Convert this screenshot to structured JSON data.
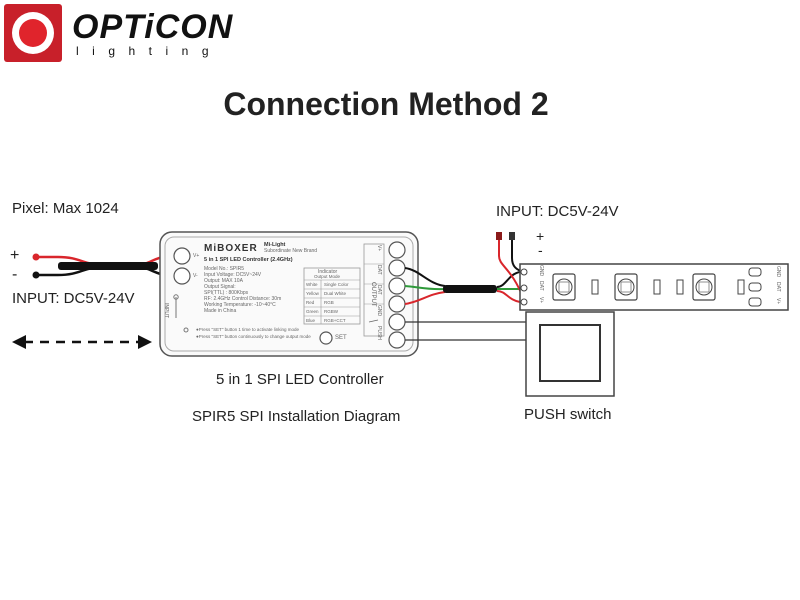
{
  "brand": {
    "name": "OPTiCON",
    "sub": "lighting"
  },
  "title": "Connection Method 2",
  "left_side": {
    "pixel_label": "Pixel: Max 1024",
    "plus": "+",
    "minus": "-",
    "input_label": "INPUT: DC5V-24V"
  },
  "controller": {
    "brand": "MiBOXER",
    "brand_tag": "Mi-Light",
    "brand_sub": "Subordinate New Brand",
    "product": "5 in 1 SPI LED Controller (2.4GHz)",
    "specs": [
      "Model No.: SPIR5",
      "Input Voltage: DC5V~24V",
      "Output: MAX 10A",
      "Output Signal:",
      "SPI(TTL) : 800Kbps",
      "RF: 2.4GHz  Control Distance: 30m",
      "Working Temperature: -10~40°C",
      "Made in China"
    ],
    "indicator_header": "Indicator",
    "output_mode_header": "Output Mode",
    "mode_rows": [
      {
        "color": "White",
        "mode": "Single Color"
      },
      {
        "color": "Yellow",
        "mode": "Dual White"
      },
      {
        "color": "Red",
        "mode": "RGB"
      },
      {
        "color": "Green",
        "mode": "RGBW"
      },
      {
        "color": "Blue",
        "mode": "RGB+CCT"
      }
    ],
    "notes": [
      "●Press \"SET\" button 1 time to activate linking mode",
      "●Press \"SET\" button continuously to change output mode"
    ],
    "input_terms": [
      "V+",
      "V-"
    ],
    "input_side_label": "INPUT",
    "output_label": "OUTPUT",
    "output_terms": [
      "V+",
      "DAT",
      "DAT",
      "GND"
    ],
    "push_label": "PUSH",
    "set_label": "SET",
    "caption": "5 in 1 SPI LED Controller"
  },
  "diagram_caption": "SPIR5 SPI Installation Diagram",
  "right_side": {
    "input_label": "INPUT: DC5V-24V",
    "plus": "+",
    "minus": "-",
    "strip_terms": [
      "GND",
      "DAT",
      "V+"
    ],
    "push_switch_label": "PUSH switch"
  },
  "colors": {
    "brand_red": "#c8202a",
    "wire_red": "#d9262c",
    "wire_green": "#2f9a3a",
    "wire_black": "#111111"
  }
}
